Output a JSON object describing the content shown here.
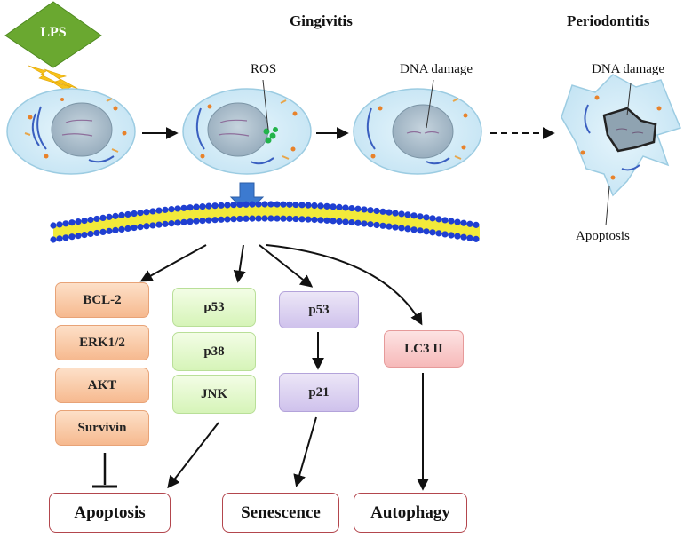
{
  "stimulus": {
    "label": "LPS",
    "color": "#6aa830"
  },
  "stages": {
    "gingivitis": "Gingivitis",
    "periodontitis": "Periodontitis"
  },
  "cell_labels": {
    "ros": "ROS",
    "dna_damage_1": "DNA damage",
    "dna_damage_2": "DNA damage",
    "apoptosis_cell": "Apoptosis"
  },
  "pathway_anti_apoptotic": [
    "BCL-2",
    "ERK1/2",
    "AKT",
    "Survivin"
  ],
  "pathway_pro_apoptotic": [
    "p53",
    "p38",
    "JNK"
  ],
  "pathway_senescence": [
    "p53",
    "p21"
  ],
  "pathway_autophagy": [
    "LC3 II"
  ],
  "outcomes": {
    "apoptosis": "Apoptosis",
    "senescence": "Senescence",
    "autophagy": "Autophagy"
  },
  "colors": {
    "cell": "#d4ecf7",
    "nucleus": "#a9bcc8",
    "membrane_head_blue": "#1f3fd1",
    "membrane_head_yellow": "#f2ea3a",
    "down_arrow": "#3c7ad0"
  }
}
